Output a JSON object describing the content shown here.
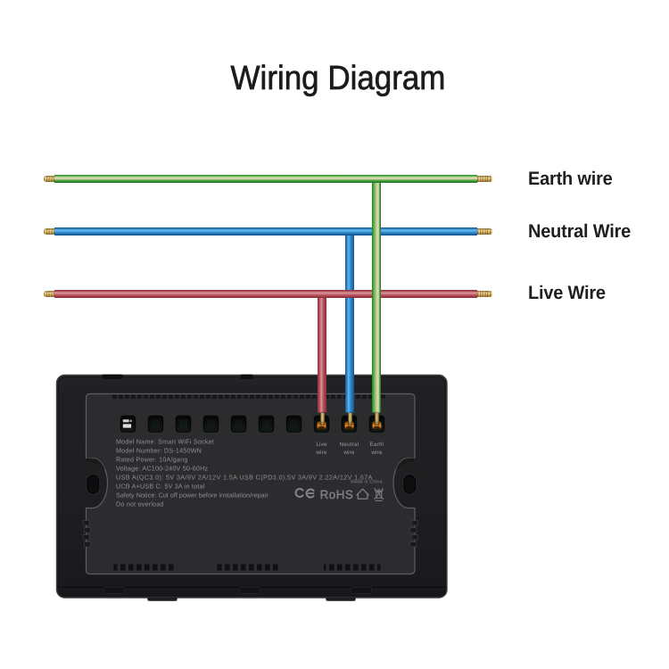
{
  "title": "Wiring Diagram",
  "legend": {
    "items": [
      {
        "id": "earth",
        "label": "Earth wire",
        "color": "#3aa039"
      },
      {
        "id": "neutral",
        "label": "Neutral Wire",
        "color": "#2e8ad0"
      },
      {
        "id": "live",
        "label": "Live Wire",
        "color": "#bb5560"
      }
    ]
  },
  "wires": {
    "copper_color": "#cfa952",
    "earth_color": "#3aa039",
    "neutral_color": "#2e8ad0",
    "live_color": "#bb5560"
  },
  "device": {
    "info_lines": [
      "Model Name: Smart WiFi Socket",
      "Model Number: DS-1450WN",
      "Rated Power: 10A/gang",
      "Voltage: AC100-240V 50-60Hz",
      "USB A(QC3.0): 5V 3A/9V 2A/12V 1.5A USB C(PD3.0):5V 3A/9V 2.22A/12V 1.67A",
      "UCB A+USB C: 5V 3A in total",
      "Safety Notice: Cut off power before installation/repair",
      "Do not overload"
    ],
    "terminals": [
      {
        "line1": "Live",
        "line2": "wire"
      },
      {
        "line1": "Neutral",
        "line2": "wire"
      },
      {
        "line1": "Earth",
        "line2": "wire"
      }
    ],
    "made_in": "Made in China",
    "marks": {
      "ce": "CE",
      "rohs": "RoHS",
      "house_icon": "indoor-use-house",
      "weee_icon": "crossed-out-wheelie-bin"
    }
  }
}
